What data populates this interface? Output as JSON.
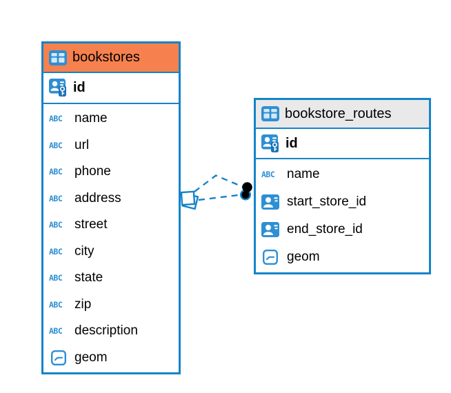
{
  "diagram": {
    "background": "#ffffff"
  },
  "colors": {
    "table_border_blue": "#1483C8",
    "icon_blue": "#2E8FD3",
    "icon_dark_blue": "#1B74B8",
    "bookstores_header": "#F6814E",
    "routes_header": "#E9E9E9",
    "text": "#000000",
    "endpoint_dot": "#000000"
  },
  "icons": {
    "text_type_label": "ABC"
  },
  "tables": [
    {
      "name": "bookstores",
      "header_color": "#F6814E",
      "primary_key": {
        "name": "id"
      },
      "fields": [
        {
          "name": "name",
          "type": "text"
        },
        {
          "name": "url",
          "type": "text"
        },
        {
          "name": "phone",
          "type": "text"
        },
        {
          "name": "address",
          "type": "text"
        },
        {
          "name": "street",
          "type": "text"
        },
        {
          "name": "city",
          "type": "text"
        },
        {
          "name": "state",
          "type": "text"
        },
        {
          "name": "zip",
          "type": "text"
        },
        {
          "name": "description",
          "type": "text"
        },
        {
          "name": "geom",
          "type": "geometry"
        }
      ]
    },
    {
      "name": "bookstore_routes",
      "header_color": "#E9E9E9",
      "primary_key": {
        "name": "id"
      },
      "fields": [
        {
          "name": "name",
          "type": "text"
        },
        {
          "name": "start_store_id",
          "type": "reference"
        },
        {
          "name": "end_store_id",
          "type": "reference"
        },
        {
          "name": "geom",
          "type": "geometry"
        }
      ]
    }
  ],
  "relationships": [
    {
      "from_table": "bookstore_routes",
      "to_table": "bookstores",
      "style": "dashed",
      "shape": "bent"
    },
    {
      "from_table": "bookstore_routes",
      "to_table": "bookstores",
      "style": "dashed",
      "shape": "straight"
    }
  ]
}
